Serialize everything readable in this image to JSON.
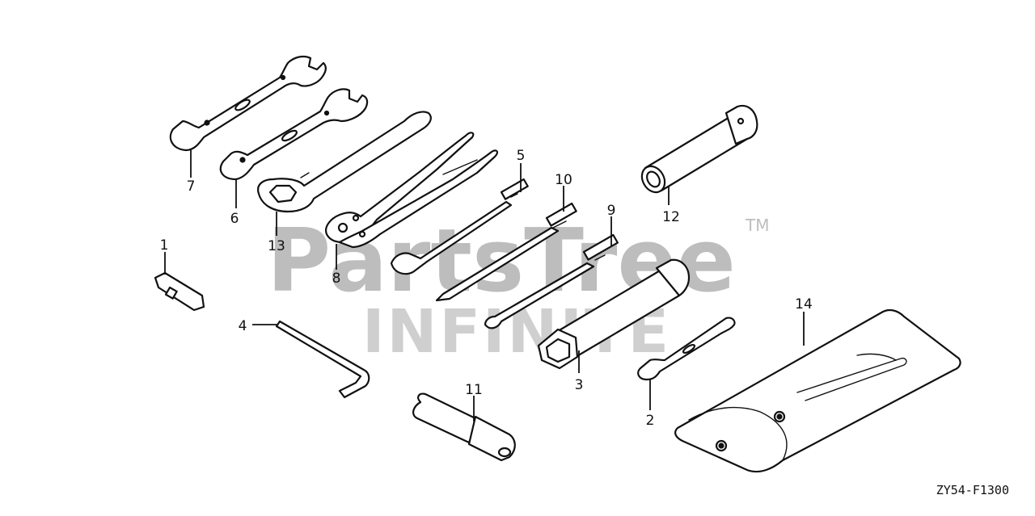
{
  "watermark": {
    "brand": "PartsTree",
    "tm": "TM",
    "sub": "INFINITE"
  },
  "diagram_code": "ZY54-F1300",
  "callouts": {
    "c1": "1",
    "c2": "2",
    "c3": "3",
    "c4": "4",
    "c5": "5",
    "c6": "6",
    "c7": "7",
    "c8": "8",
    "c9": "9",
    "c10": "10",
    "c11": "11",
    "c12": "12",
    "c13": "13",
    "c14": "14"
  }
}
